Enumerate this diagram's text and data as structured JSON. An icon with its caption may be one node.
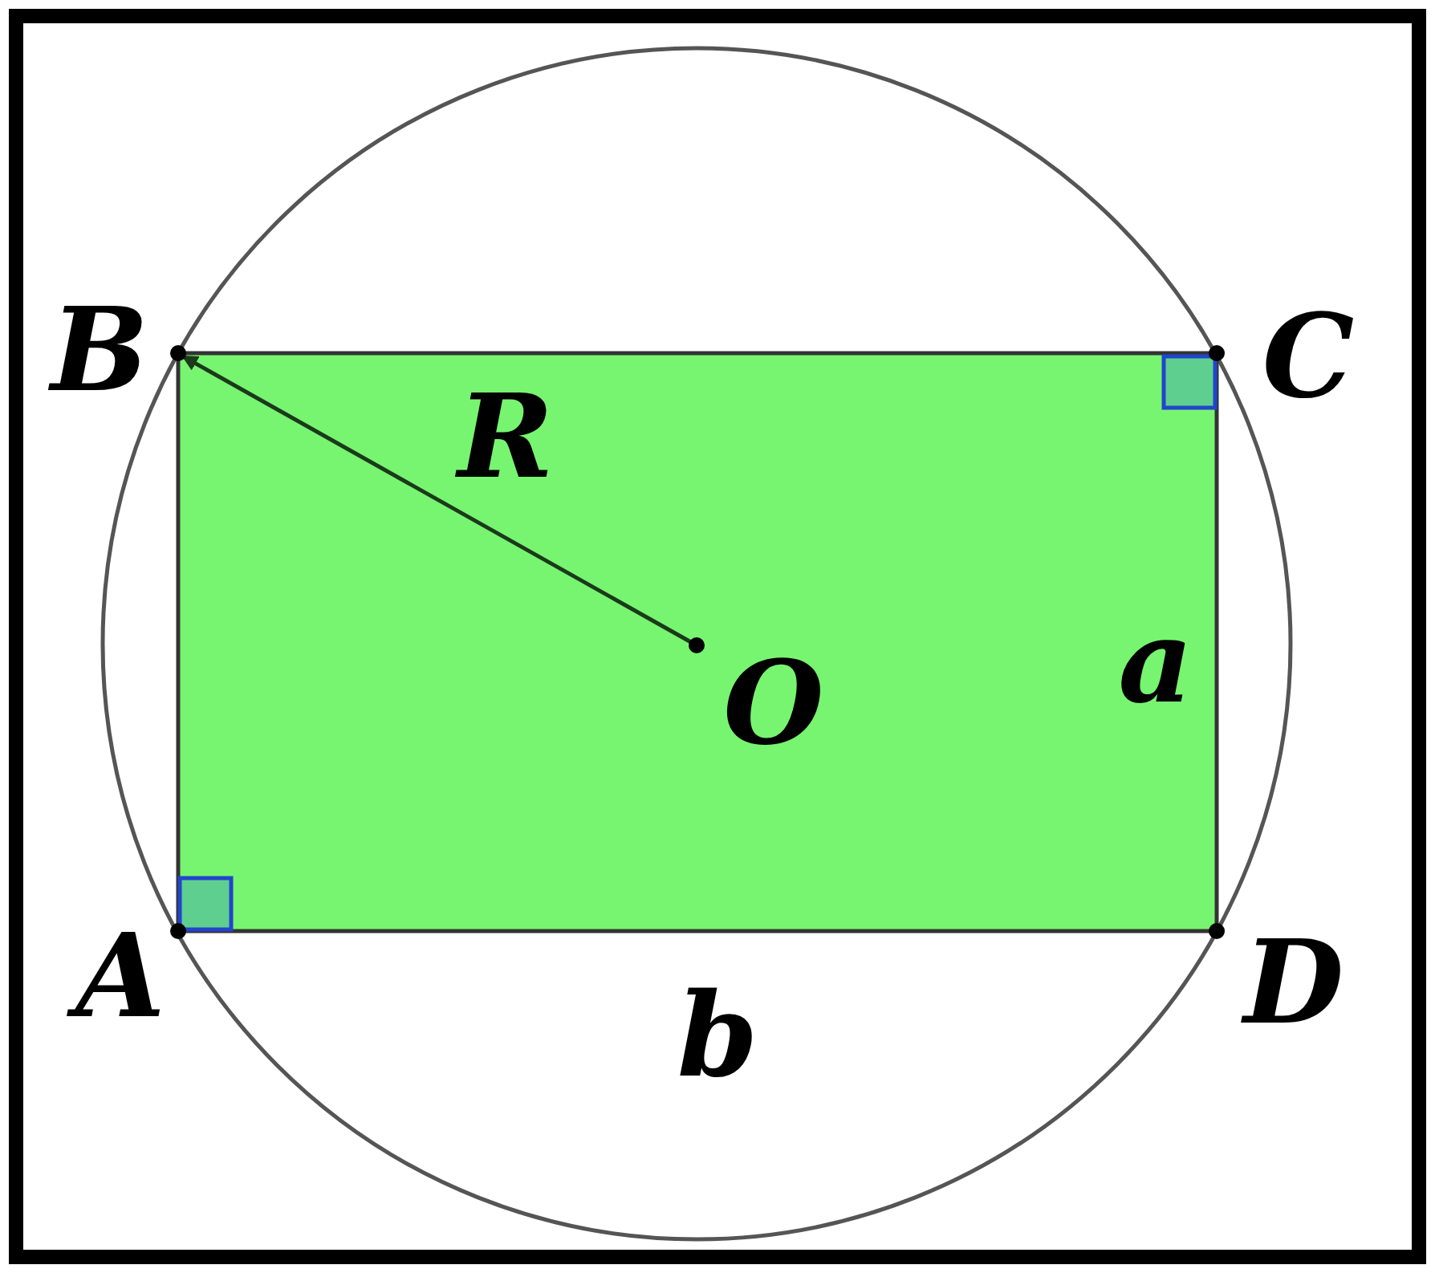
{
  "diagram": {
    "labels": [
      "B",
      "C",
      "R",
      "O",
      "a",
      "A",
      "D",
      "b"
    ]
  }
}
